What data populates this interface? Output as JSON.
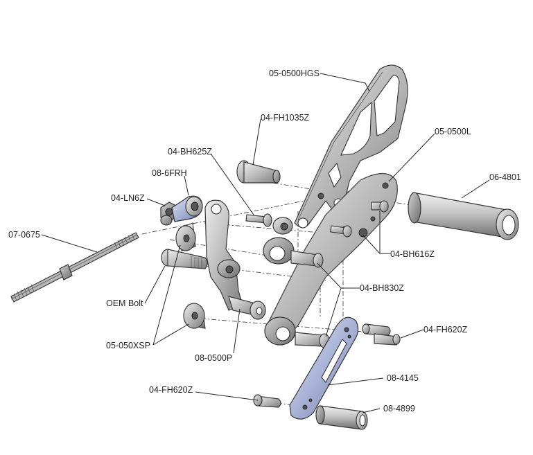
{
  "labels": {
    "hgs": "05-0500HGS",
    "fh1035z": "04-FH1035Z",
    "bracket_l": "05-0500L",
    "bh625z": "04-BH625Z",
    "frh": "08-6FRH",
    "ln6z": "04-LN6Z",
    "peg": "06-4801",
    "rod": "07-0675",
    "bh616z": "04-BH616Z",
    "oem_bolt": "OEM Bolt",
    "bh830z": "04-BH830Z",
    "fh620z_right": "04-FH620Z",
    "spacer": "05-050XSP",
    "lever": "08-0500P",
    "arm": "08-4145",
    "fh620z_bottom": "04-FH620Z",
    "sleeve": "08-4899"
  },
  "colors": {
    "metal": "#b8b8b8",
    "dark_metal": "#8c8c8c",
    "anodized_blue": "#a9b3d6",
    "outline": "#333333",
    "text": "#222222"
  }
}
